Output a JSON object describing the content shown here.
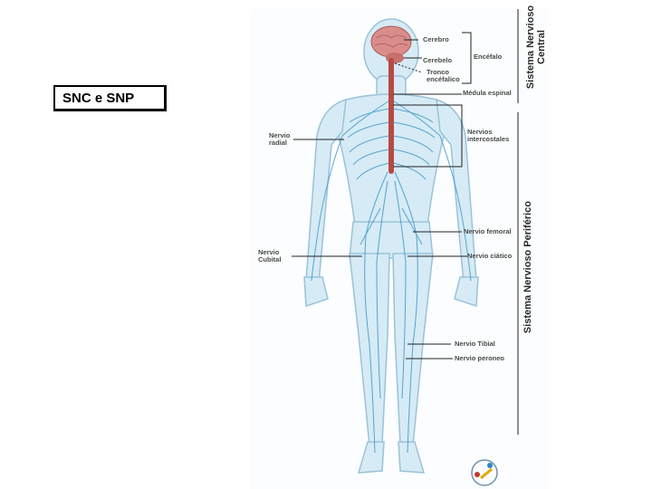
{
  "title": "SNC e SNP",
  "labels": {
    "cerebro": "Cerebro",
    "cerebelo": "Cerebelo",
    "tronco": "Tronco\nencéfalico",
    "encefalo": "Encéfalo",
    "medula": "Médula espinal",
    "radial": "Nervio\nradial",
    "intercostales": "Nervios\nintercostales",
    "femoral": "Nervio femoral",
    "ciatico": "Nervio ciático",
    "cubital": "Nervio\nCubital",
    "tibial": "Nervio Tibial",
    "peroneo": "Nervio peroneo"
  },
  "side_labels": {
    "snc": "Sistema Nervioso\nCentral",
    "snp": "Sistema Nervioso Periférico"
  },
  "colors": {
    "body": "#d6ebf5",
    "outline": "#9ac3d9",
    "nerve": "#3f98c9",
    "cns": "#b84a45",
    "brain": "#d98d8b"
  }
}
